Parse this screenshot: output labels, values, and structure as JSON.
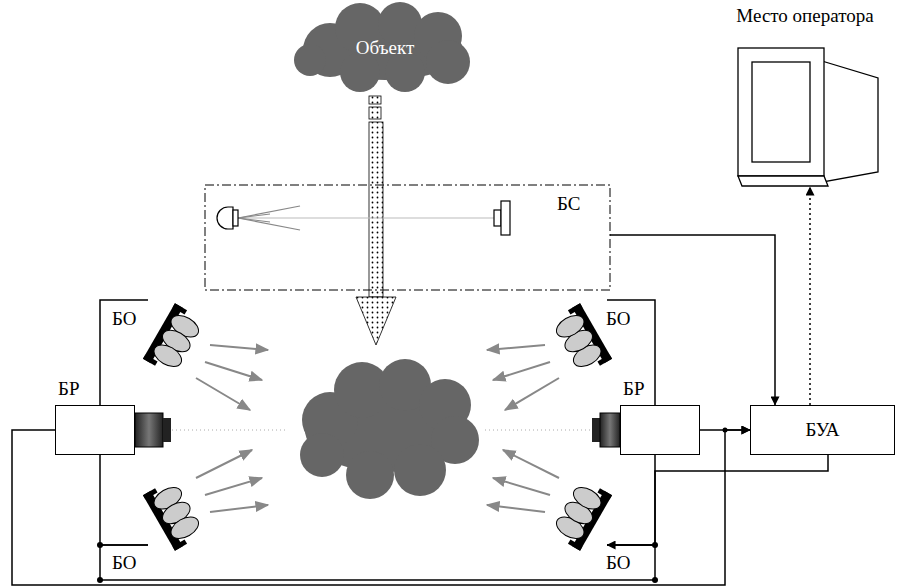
{
  "diagram": {
    "nodes": [
      {
        "text": [
          "Объект"
        ]
      },
      {
        "text": [
          "Место оператора"
        ]
      },
      {
        "text": [
          "БС"
        ]
      },
      {
        "text": [
          "БО"
        ]
      },
      {
        "text": [
          "БО"
        ]
      },
      {
        "text": [
          "БР"
        ]
      },
      {
        "text": [
          "БР"
        ]
      },
      {
        "text": [
          "БУА"
        ]
      },
      {
        "text": [
          "БО"
        ]
      },
      {
        "text": [
          "БО"
        ]
      }
    ],
    "edges": [
      {
        "from": 2,
        "to": 7,
        "arrow": "to"
      },
      {
        "from": 7,
        "to": 1,
        "arrow": "to"
      },
      {
        "from": 6,
        "to": 7,
        "arrow": "to"
      },
      {
        "from": 5,
        "to": 7,
        "arrow": "to"
      },
      {
        "from": 5,
        "to": 3,
        "arrow": "none"
      },
      {
        "from": 5,
        "to": 8,
        "arrow": "none"
      },
      {
        "from": 6,
        "to": 4,
        "arrow": "none"
      },
      {
        "from": 6,
        "to": 9,
        "arrow": "none"
      },
      {
        "from": 8,
        "to": 9,
        "arrow": "none"
      },
      {
        "from": 7,
        "to": 9,
        "arrow": "to"
      }
    ]
  }
}
